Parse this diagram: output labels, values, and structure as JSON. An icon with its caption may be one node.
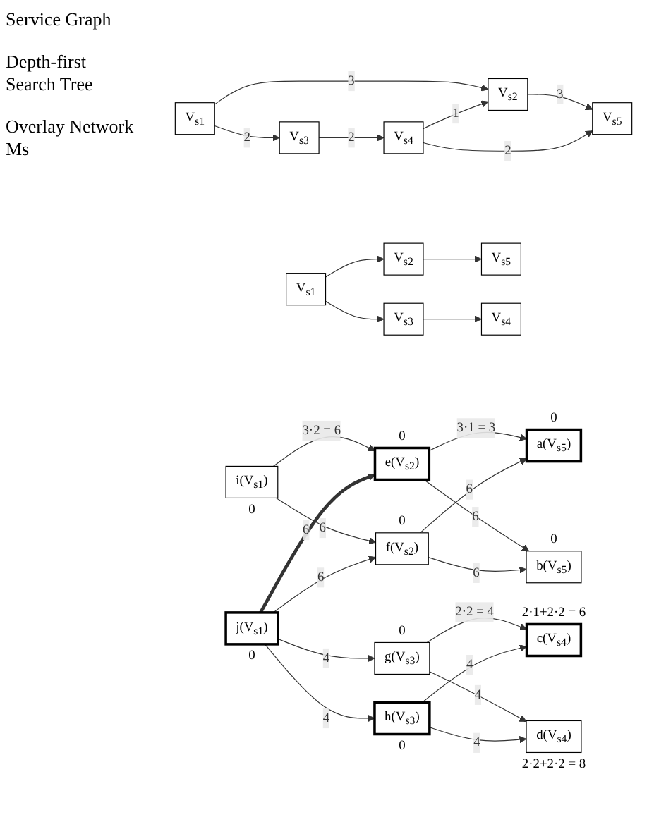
{
  "diagram": {
    "nodes": [
      {
        "text": [
          "V$_{s1}$"
        ]
      },
      {
        "text": [
          "V$_{s2}$"
        ]
      },
      {
        "text": [
          "V$_{s3}$"
        ]
      },
      {
        "text": [
          "V$_{s4}$"
        ]
      },
      {
        "text": [
          "V$_{s5}$"
        ]
      },
      {
        "text": [
          "V$_{s1}$"
        ]
      },
      {
        "text": [
          "V$_{s2}$"
        ]
      },
      {
        "text": [
          "V$_{s5}$"
        ]
      },
      {
        "text": [
          "V$_{s3}$"
        ]
      },
      {
        "text": [
          "V$_{s4}$"
        ]
      },
      {
        "text": [
          "i(V$_{s1}$)"
        ],
        "beside": [
          "0"
        ]
      },
      {
        "text": [
          "e(V$_{s2}$)"
        ],
        "beside": [
          "0"
        ]
      },
      {
        "text": [
          "a(V$_{s5}$)"
        ],
        "beside": [
          "0"
        ]
      },
      {
        "text": [
          "j(V$_{s1}$)"
        ],
        "beside": [
          "0"
        ]
      },
      {
        "text": [
          "f(V$_{s2}$)"
        ],
        "beside": [
          "0"
        ]
      },
      {
        "text": [
          "b(V$_{s5}$)"
        ],
        "beside": [
          "0"
        ]
      },
      {
        "text": [
          "g(V$_{s3}$)"
        ],
        "beside": [
          "0"
        ]
      },
      {
        "text": [
          "c(V$_{s4}$)"
        ],
        "beside": [
          "2·1+2·2 = 6"
        ]
      },
      {
        "text": [
          "h(V$_{s3}$)"
        ],
        "beside": [
          "0"
        ]
      },
      {
        "text": [
          "d(V$_{s4}$)"
        ],
        "beside": [
          "2·2+2·2 = 8"
        ]
      }
    ],
    "edges": [
      {
        "from": 0,
        "to": 1,
        "arrow": "to",
        "label": "3"
      },
      {
        "from": 0,
        "to": 2,
        "arrow": "to",
        "label": "2"
      },
      {
        "from": 1,
        "to": 4,
        "arrow": "to",
        "label": "3"
      },
      {
        "from": 3,
        "to": 1,
        "arrow": "to",
        "label": "1"
      },
      {
        "from": 2,
        "to": 3,
        "arrow": "to",
        "label": "2"
      },
      {
        "from": 3,
        "to": 4,
        "arrow": "to",
        "label": "2"
      },
      {
        "from": 5,
        "to": 6,
        "arrow": "to"
      },
      {
        "from": 6,
        "to": 7,
        "arrow": "to"
      },
      {
        "from": 5,
        "to": 8,
        "arrow": "to"
      },
      {
        "from": 8,
        "to": 9,
        "arrow": "to"
      },
      {
        "from": 10,
        "to": 11,
        "arrow": "to",
        "label": "3·2 = 6"
      },
      {
        "from": 10,
        "to": 14,
        "arrow": "to",
        "label": "6"
      },
      {
        "from": 13,
        "to": 11,
        "arrow": "to",
        "label": "6",
        "style": "thick"
      },
      {
        "from": 13,
        "to": 14,
        "arrow": "to",
        "label": "6"
      },
      {
        "from": 11,
        "to": 12,
        "arrow": "to",
        "label": "3·1 = 3"
      },
      {
        "from": 11,
        "to": 15,
        "arrow": "to",
        "label": "6"
      },
      {
        "from": 14,
        "to": 12,
        "arrow": "to",
        "label": "6"
      },
      {
        "from": 14,
        "to": 15,
        "arrow": "to",
        "label": "6"
      },
      {
        "from": 13,
        "to": 16,
        "arrow": "to",
        "label": "4"
      },
      {
        "from": 13,
        "to": 18,
        "arrow": "to",
        "label": "4"
      },
      {
        "from": 16,
        "to": 17,
        "arrow": "to",
        "label": "2·2 = 4"
      },
      {
        "from": 16,
        "to": 19,
        "arrow": "to",
        "label": "4"
      },
      {
        "from": 18,
        "to": 17,
        "arrow": "to",
        "label": "4"
      },
      {
        "from": 18,
        "to": 19,
        "arrow": "to",
        "label": "4"
      }
    ],
    "labels": [
      "Service Graph",
      "Depth-first Search Tree",
      "Overlay Network Ms"
    ]
  }
}
